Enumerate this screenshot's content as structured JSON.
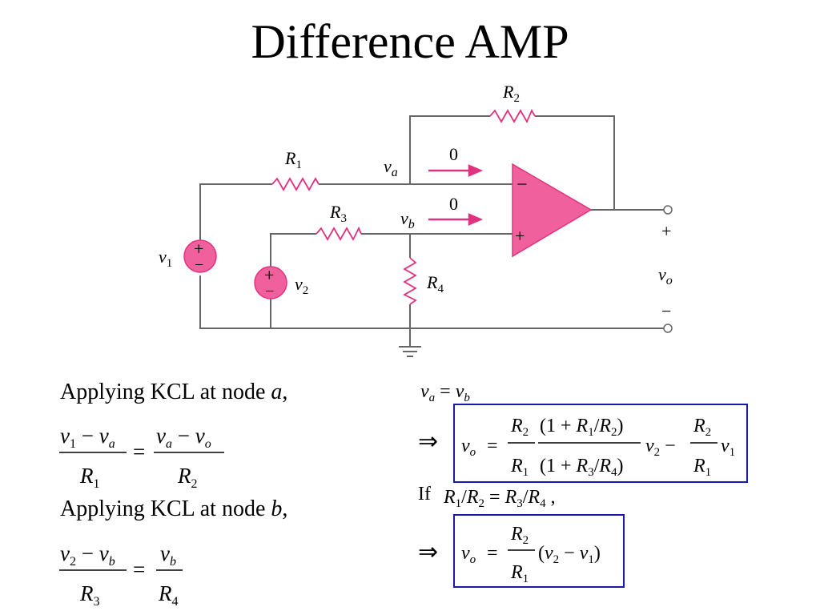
{
  "title": "Difference AMP",
  "colors": {
    "opamp": "#f0609c",
    "resistor": "#e0337f",
    "wire": "#666666",
    "box_border": "#1a1aa8",
    "arrow": "#e0337f"
  },
  "circuit": {
    "r1": "R",
    "r1_sub": "1",
    "r2": "R",
    "r2_sub": "2",
    "r3": "R",
    "r3_sub": "3",
    "r4": "R",
    "r4_sub": "4",
    "va": "v",
    "va_sub": "a",
    "vb": "v",
    "vb_sub": "b",
    "v1": "v",
    "v1_sub": "1",
    "v2": "v",
    "v2_sub": "2",
    "vo": "v",
    "vo_sub": "o",
    "current_a": "0",
    "current_b": "0",
    "opamp_minus": "−",
    "opamp_plus": "+",
    "out_plus": "+",
    "out_minus": "−",
    "src_plus": "+",
    "src_minus": "−"
  },
  "left": {
    "kcl_a": "Applying  KCL  at  node",
    "node_a": "a",
    "kcl_b": "Applying  KCL  at  node",
    "node_b": "b",
    "comma": ","
  },
  "right": {
    "implies": "⇒",
    "if_label": "If"
  }
}
